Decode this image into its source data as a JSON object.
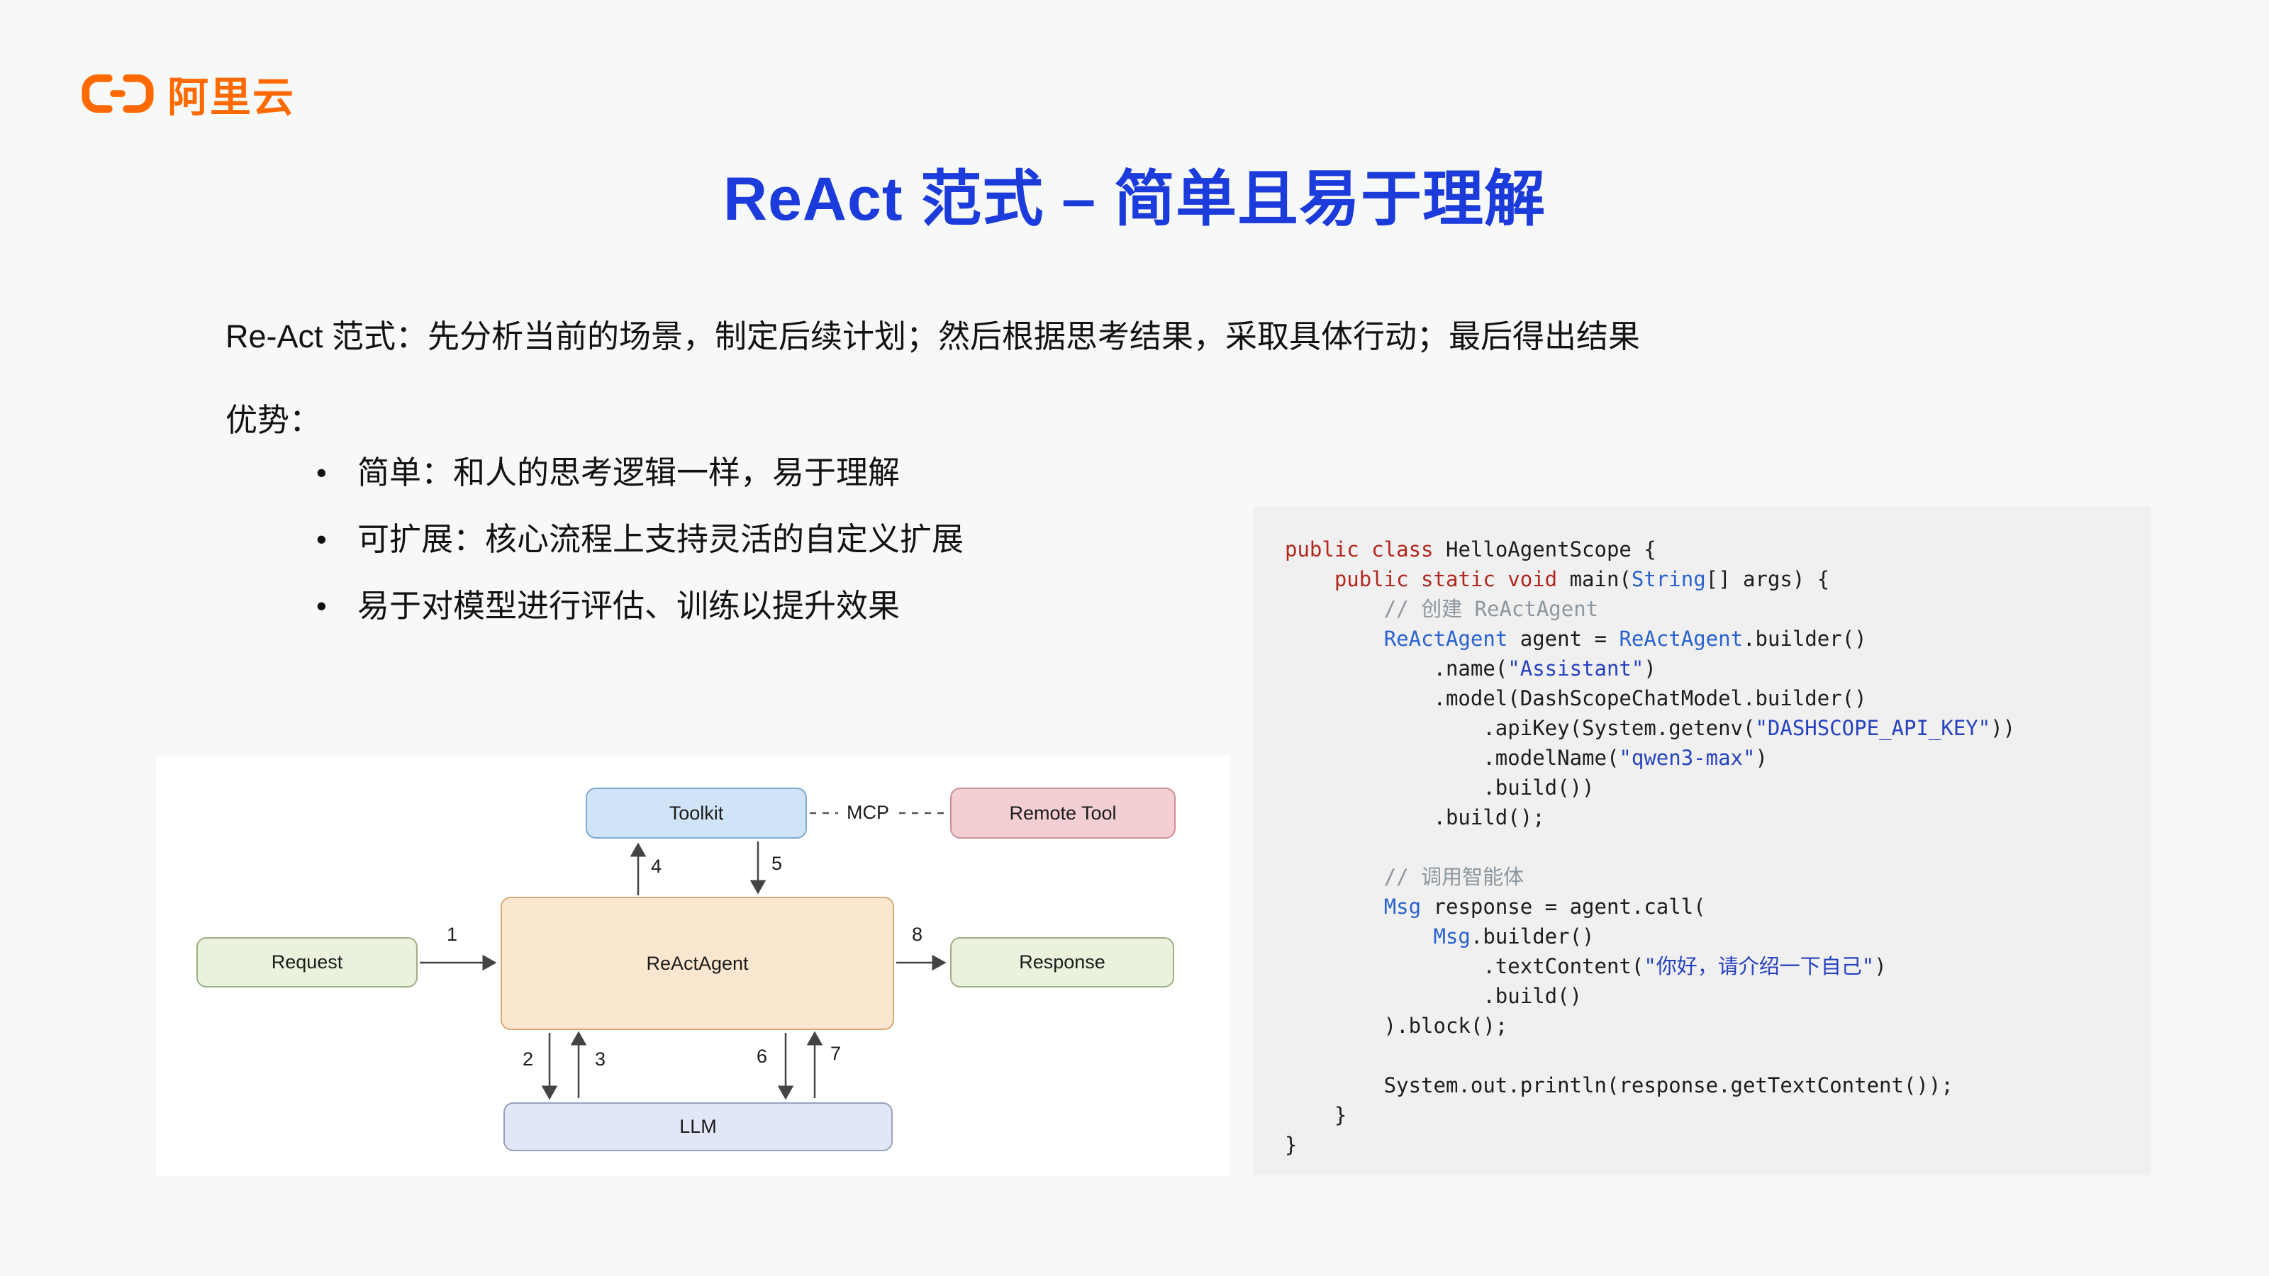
{
  "brand": {
    "name": "阿里云",
    "accent": "#FF6A00"
  },
  "slide": {
    "title": "ReAct 范式 – 简单且易于理解",
    "title_color": "#1b3bdb",
    "intro": "Re-Act 范式：先分析当前的场景，制定后续计划；然后根据思考结果，采取具体行动；最后得出结果",
    "advantages_label": "优势：",
    "bullets": [
      "简单：和人的思考逻辑一样，易于理解",
      "可扩展：核心流程上支持灵活的自定义扩展",
      "易于对模型进行评估、训练以提升效果"
    ]
  },
  "diagram": {
    "nodes": {
      "toolkit": "Toolkit",
      "remote_tool": "Remote Tool",
      "request": "Request",
      "react_agent": "ReActAgent",
      "response": "Response",
      "llm": "LLM"
    },
    "edge_labels": {
      "e1": "1",
      "e2": "2",
      "e3": "3",
      "e4": "4",
      "e5": "5",
      "e6": "6",
      "e7": "7",
      "e8": "8",
      "mcp": "MCP"
    }
  },
  "code": {
    "lines": [
      [
        [
          "k",
          "public class "
        ],
        [
          "p",
          "HelloAgentScope {"
        ]
      ],
      [
        [
          "p",
          "    "
        ],
        [
          "k",
          "public static void "
        ],
        [
          "p",
          "main("
        ],
        [
          "t",
          "String"
        ],
        [
          "p",
          "[] args) {"
        ]
      ],
      [
        [
          "p",
          "        "
        ],
        [
          "c",
          "// 创建 ReActAgent"
        ]
      ],
      [
        [
          "p",
          "        "
        ],
        [
          "t",
          "ReActAgent"
        ],
        [
          "p",
          " agent = "
        ],
        [
          "t",
          "ReActAgent"
        ],
        [
          "p",
          ".builder()"
        ]
      ],
      [
        [
          "p",
          "            .name("
        ],
        [
          "s",
          "\"Assistant\""
        ],
        [
          "p",
          ")"
        ]
      ],
      [
        [
          "p",
          "            .model(DashScopeChatModel.builder()"
        ]
      ],
      [
        [
          "p",
          "                .apiKey(System.getenv("
        ],
        [
          "s",
          "\"DASHSCOPE_API_KEY\""
        ],
        [
          "p",
          "))"
        ]
      ],
      [
        [
          "p",
          "                .modelName("
        ],
        [
          "s",
          "\"qwen3-max\""
        ],
        [
          "p",
          ")"
        ]
      ],
      [
        [
          "p",
          "                .build())"
        ]
      ],
      [
        [
          "p",
          "            .build();"
        ]
      ],
      [],
      [
        [
          "p",
          "        "
        ],
        [
          "c",
          "// 调用智能体"
        ]
      ],
      [
        [
          "p",
          "        "
        ],
        [
          "t",
          "Msg"
        ],
        [
          "p",
          " response = agent.call("
        ]
      ],
      [
        [
          "p",
          "            "
        ],
        [
          "t",
          "Msg"
        ],
        [
          "p",
          ".builder()"
        ]
      ],
      [
        [
          "p",
          "                .textContent("
        ],
        [
          "s",
          "\"你好，请介绍一下自己\""
        ],
        [
          "p",
          ")"
        ]
      ],
      [
        [
          "p",
          "                .build()"
        ]
      ],
      [
        [
          "p",
          "        ).block();"
        ]
      ],
      [],
      [
        [
          "p",
          "        System.out.println(response.getTextContent());"
        ]
      ],
      [
        [
          "p",
          "    }"
        ]
      ],
      [
        [
          "p",
          "}"
        ]
      ]
    ]
  }
}
